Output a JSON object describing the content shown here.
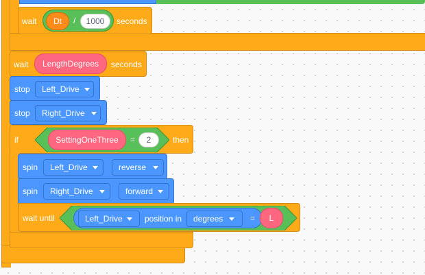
{
  "blocks": {
    "wait_dt": {
      "label": "wait",
      "var": "Dt",
      "operator": "/",
      "value": "1000",
      "unit": "seconds"
    },
    "wait_length": {
      "label": "wait",
      "var": "LengthDegrees",
      "unit": "seconds"
    },
    "stop_left": {
      "label": "stop",
      "motor": "Left_Drive"
    },
    "stop_right": {
      "label": "stop",
      "motor": "Right_Drive"
    },
    "if_block": {
      "label": "if",
      "var": "SettingOneThree",
      "operator": "=",
      "value": "2",
      "then": "then"
    },
    "spin_left": {
      "label": "spin",
      "motor": "Left_Drive",
      "direction": "reverse"
    },
    "spin_right": {
      "label": "spin",
      "motor": "Right_Drive",
      "direction": "forward"
    },
    "wait_until": {
      "label": "wait until",
      "motor": "Left_Drive",
      "middle": "position in",
      "units": "degrees",
      "operator": "=",
      "var": "L"
    }
  },
  "colors": {
    "control": "#ffab19",
    "motion": "#4c97ff",
    "operator": "#59c059",
    "variable": "#ff8c1a",
    "list": "#ff6680"
  }
}
